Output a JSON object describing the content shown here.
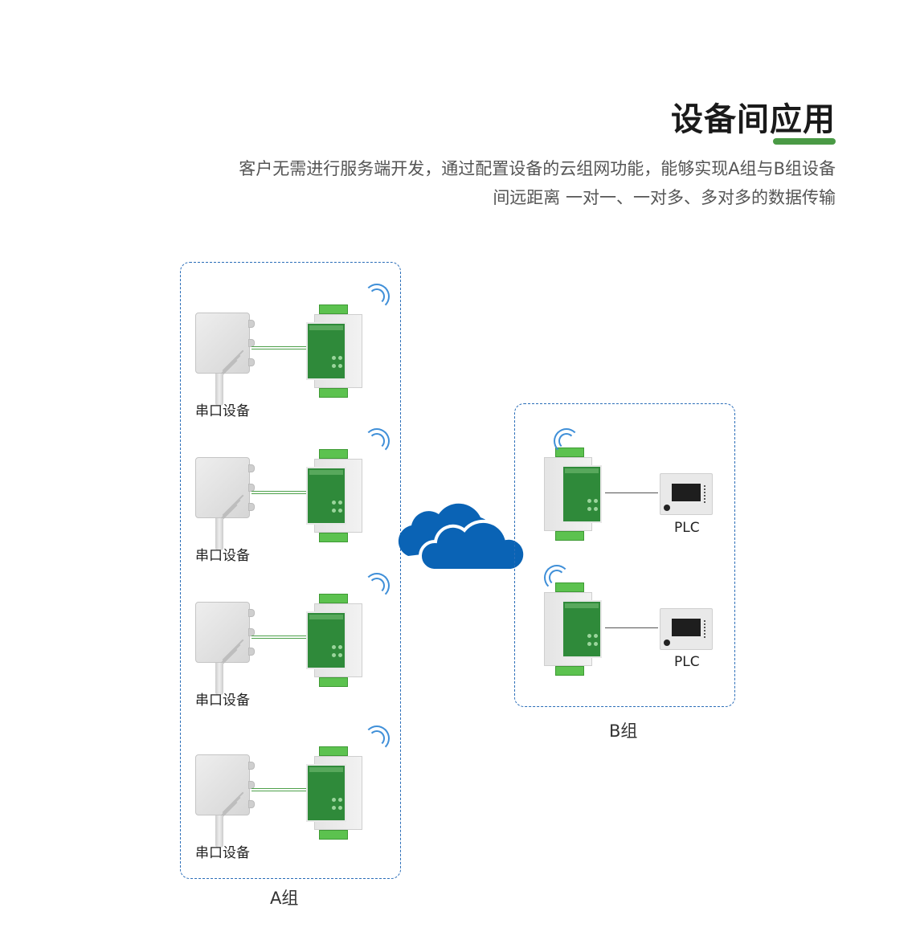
{
  "header": {
    "title": "设备间应用",
    "description": "客户无需进行服务端开发，通过配置设备的云组网功能，能够实现A组与B组设备间远距离 一对一、一对多、多对多的数据传输",
    "accent_color": "#4a9a45"
  },
  "group_a": {
    "label": "A组",
    "devices": [
      {
        "sensor_label": "串口设备"
      },
      {
        "sensor_label": "串口设备"
      },
      {
        "sensor_label": "串口设备"
      },
      {
        "sensor_label": "串口设备"
      }
    ]
  },
  "group_b": {
    "label": "B组",
    "devices": [
      {
        "target_label": "PLC"
      },
      {
        "target_label": "PLC"
      }
    ]
  },
  "cloud": {
    "icon": "cloud-icon",
    "color": "#0a63b5"
  },
  "border_color": "#2a6db8"
}
